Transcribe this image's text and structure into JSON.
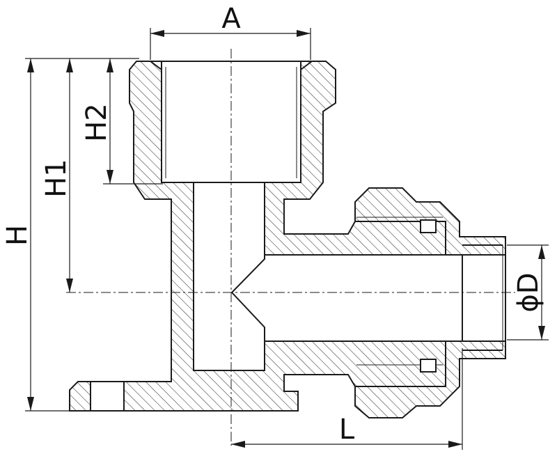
{
  "labels": {
    "a": "A",
    "h": "H",
    "h1": "H1",
    "h2": "H2",
    "d": "ϕD",
    "l": "L"
  }
}
